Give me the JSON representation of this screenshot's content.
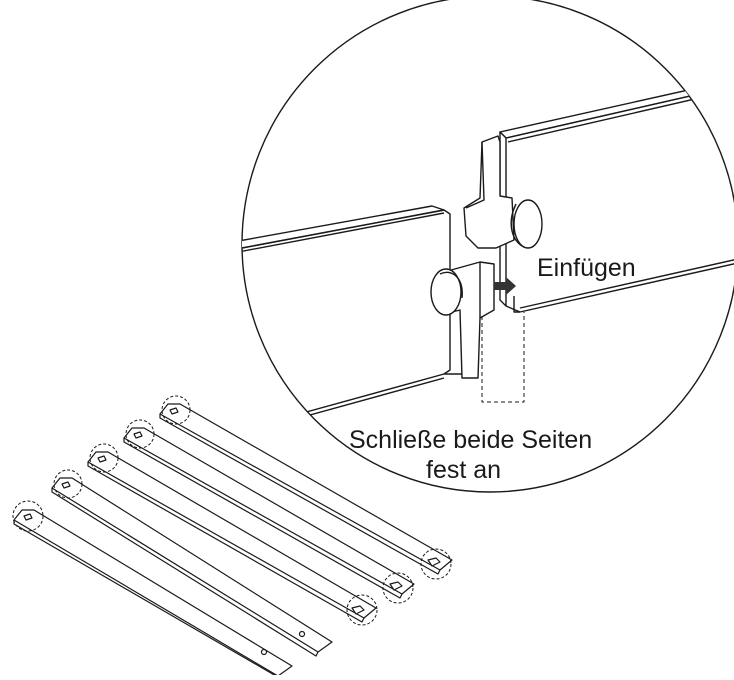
{
  "labels": {
    "insert": "Einfügen",
    "close_line1": "Schließe beide Seiten",
    "close_line2": "fest an"
  },
  "colors": {
    "line": "#1a1a1a",
    "arrow": "#333333",
    "background": "#ffffff"
  },
  "parts": {
    "strip_count": 5
  }
}
